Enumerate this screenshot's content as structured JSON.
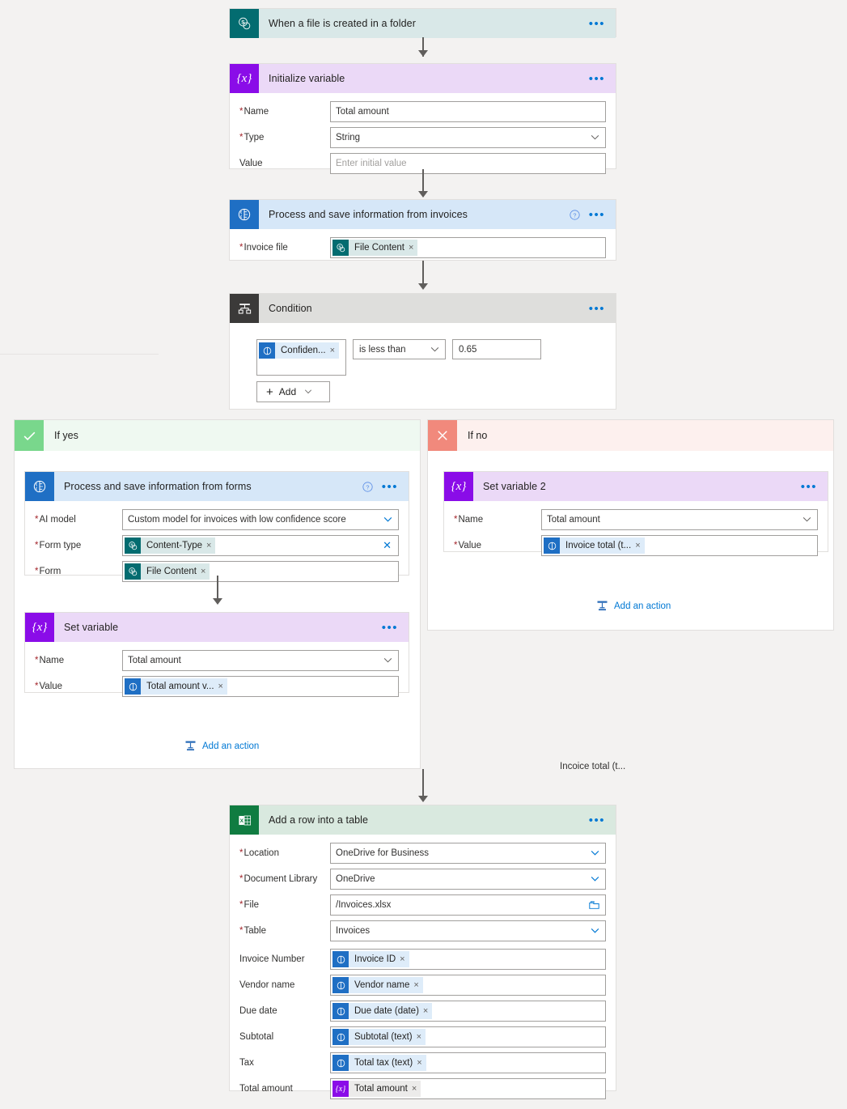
{
  "flow": {
    "background_color": "#f3f2f1",
    "accent_color": "#0078d4"
  },
  "trigger": {
    "title": "When a file is created in a folder",
    "icon": "sharepoint-icon",
    "icon_color": "#036c70",
    "menu": "•••"
  },
  "initialize_variable": {
    "title": "Initialize variable",
    "icon": "variable-icon",
    "icon_color": "#8a0ce8",
    "menu": "•••",
    "fields": [
      {
        "label": "Name",
        "required": true,
        "type": "text",
        "value": "Total amount",
        "placeholder": ""
      },
      {
        "label": "Type",
        "required": true,
        "type": "select",
        "value": "String",
        "placeholder": ""
      },
      {
        "label": "Value",
        "required": false,
        "type": "text",
        "value": "",
        "placeholder": "Enter initial value"
      }
    ]
  },
  "process_invoices": {
    "title": "Process and save information from invoices",
    "icon": "ai-builder-icon",
    "icon_color": "#1f6fc4",
    "help": "help-icon",
    "menu": "•••",
    "fields": [
      {
        "label": "Invoice file",
        "required": true,
        "type": "token",
        "token": {
          "text": "File Content",
          "icon": "sharepoint-icon",
          "remove": "×"
        }
      }
    ]
  },
  "condition": {
    "title": "Condition",
    "icon": "condition-icon",
    "icon_color": "#3b3a39",
    "menu": "•••",
    "left_token": {
      "text": "Confiden...",
      "icon": "ai-builder-icon",
      "remove": "×"
    },
    "operator": "is less than",
    "right_value": "0.65",
    "add_button": "Add",
    "add_plus": "+"
  },
  "if_yes": {
    "label": "If yes",
    "icon": "checkmark-icon",
    "icon_color": "#79d78c",
    "add_action": "Add an action",
    "process_forms": {
      "title": "Process and save information from  forms",
      "icon": "ai-builder-icon",
      "help": "help-icon",
      "menu": "•••",
      "fields": [
        {
          "label": "AI model",
          "required": true,
          "type": "select",
          "value": "Custom model for invoices with low confidence score"
        },
        {
          "label": "Form type",
          "required": true,
          "type": "token",
          "clearable": true,
          "token": {
            "text": "Content-Type",
            "icon": "sharepoint-icon",
            "remove": "×"
          }
        },
        {
          "label": "Form",
          "required": true,
          "type": "token",
          "token": {
            "text": "File Content",
            "icon": "sharepoint-icon",
            "remove": "×"
          }
        }
      ]
    },
    "set_variable": {
      "title": "Set variable",
      "icon": "variable-icon",
      "menu": "•••",
      "fields": [
        {
          "label": "Name",
          "required": true,
          "type": "select",
          "value": "Total amount"
        },
        {
          "label": "Value",
          "required": true,
          "type": "token",
          "token": {
            "text": "Total amount v...",
            "icon": "ai-builder-icon",
            "remove": "×"
          }
        }
      ]
    }
  },
  "if_no": {
    "label": "If no",
    "icon": "cross-icon",
    "icon_color": "#f1897c",
    "add_action": "Add an action",
    "set_variable_2": {
      "title": "Set variable 2",
      "icon": "variable-icon",
      "menu": "•••",
      "fields": [
        {
          "label": "Name",
          "required": true,
          "type": "select",
          "value": "Total amount"
        },
        {
          "label": "Value",
          "required": true,
          "type": "token",
          "token": {
            "text": "Invoice total (t...",
            "icon": "ai-builder-icon",
            "remove": "×"
          }
        }
      ]
    }
  },
  "floating_note": "Incoice total (t...",
  "add_row": {
    "title": "Add a row into a table",
    "icon": "excel-icon",
    "icon_color": "#107c41",
    "menu": "•••",
    "fields": [
      {
        "label": "Location",
        "required": true,
        "type": "select",
        "value": "OneDrive for Business"
      },
      {
        "label": "Document Library",
        "required": true,
        "type": "select",
        "value": "OneDrive"
      },
      {
        "label": "File",
        "required": true,
        "type": "file",
        "value": "/Invoices.xlsx"
      },
      {
        "label": "Table",
        "required": true,
        "type": "select",
        "value": "Invoices"
      },
      {
        "label": "Invoice Number",
        "required": false,
        "type": "token",
        "token": {
          "text": "Invoice ID",
          "icon": "ai-builder-icon",
          "remove": "×"
        }
      },
      {
        "label": "Vendor name",
        "required": false,
        "type": "token",
        "token": {
          "text": "Vendor name",
          "icon": "ai-builder-icon",
          "remove": "×"
        }
      },
      {
        "label": "Due date",
        "required": false,
        "type": "token",
        "token": {
          "text": "Due date (date)",
          "icon": "ai-builder-icon",
          "remove": "×"
        }
      },
      {
        "label": "Subtotal",
        "required": false,
        "type": "token",
        "token": {
          "text": "Subtotal (text)",
          "icon": "ai-builder-icon",
          "remove": "×"
        }
      },
      {
        "label": "Tax",
        "required": false,
        "type": "token",
        "token": {
          "text": "Total tax (text)",
          "icon": "ai-builder-icon",
          "remove": "×"
        }
      },
      {
        "label": "Total amount",
        "required": false,
        "type": "token-var",
        "token": {
          "text": "Total amount",
          "icon": "variable-icon",
          "remove": "×"
        }
      }
    ]
  }
}
